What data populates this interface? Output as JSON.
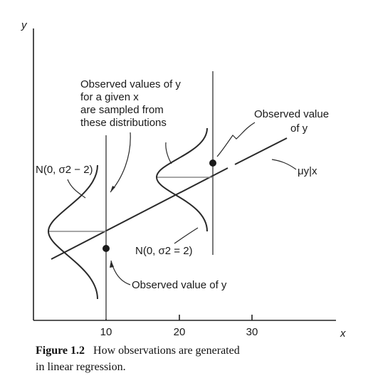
{
  "axes": {
    "y_label": "y",
    "x_label": "x",
    "x_ticks": [
      "10",
      "20",
      "30"
    ]
  },
  "annotations": {
    "observed_values_header": [
      "Observed values of y",
      "for a given x",
      "are sampled from",
      "these distributions"
    ],
    "observed_value_upper": [
      "Observed value",
      "of y"
    ],
    "observed_value_lower": "Observed value of y",
    "dist_left_label": "N(0, σ2 − 2)",
    "dist_right_label": "N(0, σ2 = 2)",
    "mean_line_label": "μy|x"
  },
  "caption": {
    "label": "Figure 1.2",
    "text_line1": "How observations are generated",
    "text_line2": "in linear regression."
  }
}
